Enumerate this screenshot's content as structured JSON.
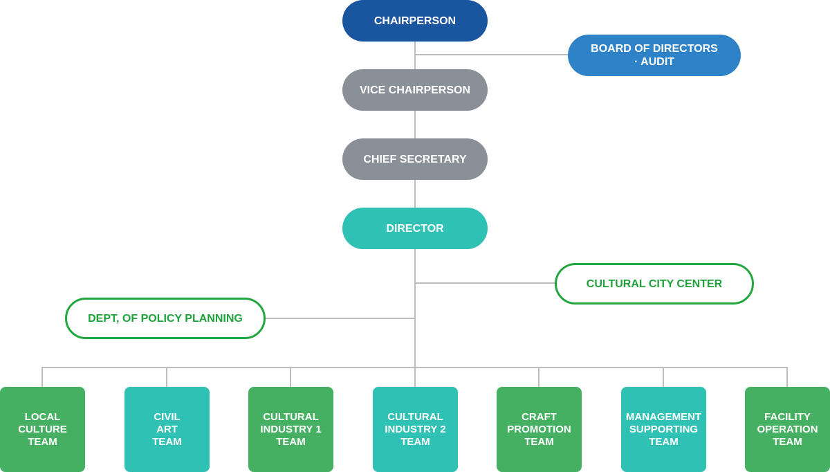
{
  "org_chart": {
    "chairperson": "CHAIRPERSON",
    "board": "BOARD OF DIRECTORS\n· AUDIT",
    "vice_chairperson": "VICE CHAIRPERSON",
    "chief_secretary": "CHIEF SECRETARY",
    "director": "DIRECTOR",
    "cultural_city_center": "CULTURAL CITY CENTER",
    "policy_planning": "DEPT, OF POLICY PLANNING",
    "teams": [
      "LOCAL\nCULTURE\nTEAM",
      "CIVIL\nART\nTEAM",
      "CULTURAL\nINDUSTRY 1\nTEAM",
      "CULTURAL\nINDUSTRY 2\nTEAM",
      "CRAFT\nPROMOTION\nTEAM",
      "MANAGEMENT\nSUPPORTING\nTEAM",
      "FACILITY\nOPERATION\nTEAM"
    ]
  },
  "colors": {
    "navy": "#1a55a0",
    "blue": "#2e82c8",
    "gray": "#8a9097",
    "teal": "#2ec1b4",
    "green": "#45b061",
    "outline_green": "#22a63f",
    "connector": "#bdbdbd"
  }
}
